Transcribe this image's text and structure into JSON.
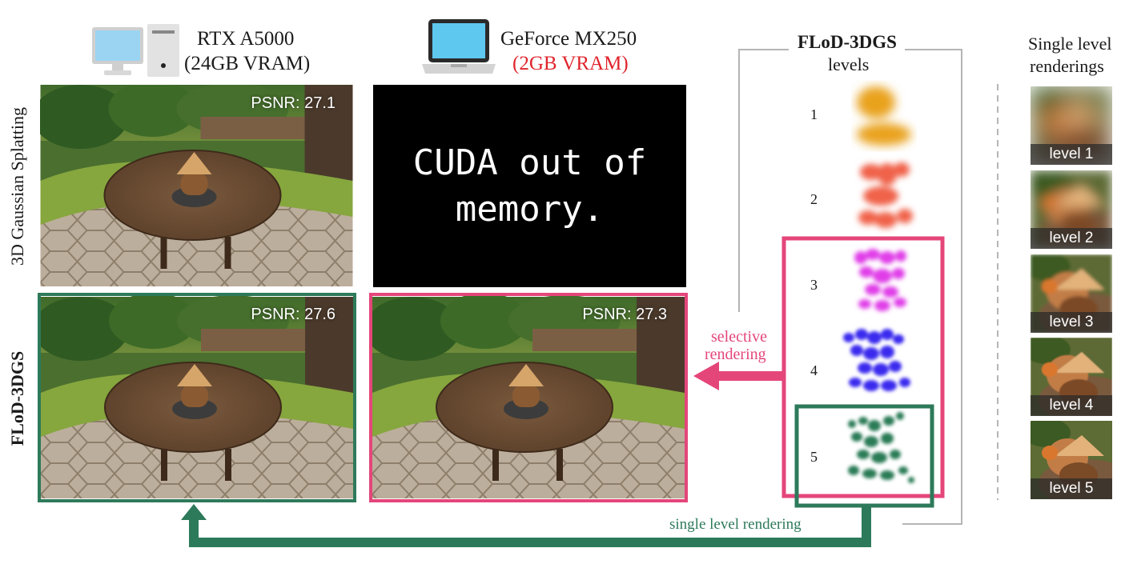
{
  "devices": {
    "desktop": {
      "name": "RTX A5000",
      "vram": "(24GB VRAM)",
      "icon": "desktop-computer-icon"
    },
    "laptop": {
      "name": "GeForce MX250",
      "vram": "(2GB VRAM)",
      "icon": "laptop-icon"
    }
  },
  "rows": {
    "top": "3D Gaussian Splatting",
    "bottom": "FLoD-3DGS"
  },
  "cells": {
    "a5000_3dgs_psnr": "PSNR: 27.1",
    "a5000_flod_psnr": "PSNR: 27.6",
    "mx250_flod_psnr": "PSNR: 27.3",
    "mx250_3dgs_error": [
      "CUDA out of",
      "memory."
    ]
  },
  "levels_panel": {
    "title": "FLoD-3DGS",
    "subtitle": "levels",
    "levels": [
      "1",
      "2",
      "3",
      "4",
      "5"
    ],
    "level_colors": [
      "#e9a21f",
      "#f0624a",
      "#e03ce8",
      "#3a2bee",
      "#2b7b56"
    ]
  },
  "single_panel": {
    "title_line1": "Single level",
    "title_line2": "renderings",
    "labels": [
      "level 1",
      "level 2",
      "level 3",
      "level 4",
      "level 5"
    ]
  },
  "arrows": {
    "selective_line1": "selective",
    "selective_line2": "rendering",
    "single": "single level rendering"
  },
  "colors": {
    "selective": "#e4467a",
    "single": "#2d7a5a",
    "error_text": "#e0242b"
  }
}
